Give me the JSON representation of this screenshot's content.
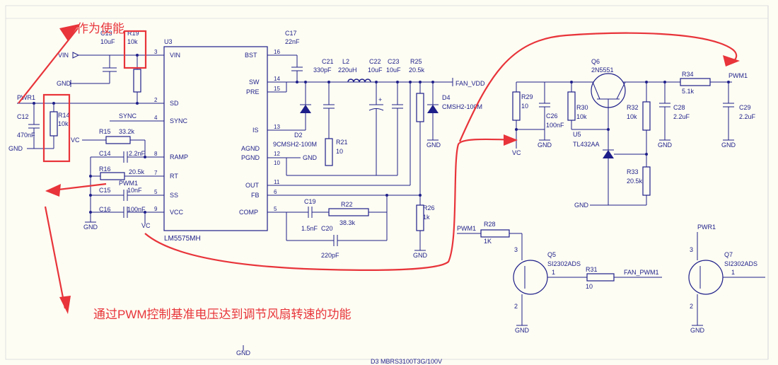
{
  "annotations": {
    "enable": "作为使能",
    "pwm_note": "通过PWM控制基准电压达到调节风扇转速的功能"
  },
  "ic": {
    "ref": "U3",
    "part": "LM5575MH",
    "left_pins": [
      {
        "name": "VIN",
        "num": "3"
      },
      {
        "name": "SD",
        "num": "2"
      },
      {
        "name": "SYNC",
        "num": "4"
      },
      {
        "name": "RAMP",
        "num": "8"
      },
      {
        "name": "RT",
        "num": "7"
      },
      {
        "name": "SS",
        "num": "5"
      },
      {
        "name": "VCC",
        "num": "9"
      }
    ],
    "right_pins": [
      {
        "name": "BST",
        "num": "16"
      },
      {
        "name": "SW",
        "num": "14"
      },
      {
        "name": "PRE",
        "num": "15"
      },
      {
        "name": "IS",
        "num": "13"
      },
      {
        "name": "AGND",
        "num": ""
      },
      {
        "name": "PGND",
        "num": "12"
      },
      {
        "name": "OUT",
        "num": "11"
      },
      {
        "name": "FB",
        "num": "6"
      },
      {
        "name": "COMP",
        "num": "5"
      }
    ],
    "pin10": "10"
  },
  "nets": {
    "vin": "VIN",
    "gnd": "GND",
    "pwr1": "PWR1",
    "vc": "VC",
    "sync": "SYNC",
    "pwm1": "PWM1",
    "fan_vdd": "FAN_VDD",
    "fan_pwm1": "FAN_PWM1"
  },
  "components": {
    "c13": {
      "ref": "C13",
      "val": "10uF"
    },
    "r19": {
      "ref": "R19",
      "val": "10k"
    },
    "c12": {
      "ref": "C12",
      "val": "470nF"
    },
    "r14": {
      "ref": "R14",
      "val": "10k"
    },
    "r15": {
      "ref": "R15",
      "val": "33.2k"
    },
    "c14": {
      "ref": "C14",
      "val": "2.2nF"
    },
    "r16": {
      "ref": "R16",
      "val": "20.5k"
    },
    "c15": {
      "ref": "C15",
      "val": "10nF"
    },
    "c16": {
      "ref": "C16",
      "val": "100nF"
    },
    "c17": {
      "ref": "C17",
      "val": "22nF"
    },
    "c21": {
      "ref": "C21",
      "val": "330pF"
    },
    "l2": {
      "ref": "L2",
      "val": "220uH"
    },
    "c22": {
      "ref": "C22",
      "val": "10uF"
    },
    "c23": {
      "ref": "C23",
      "val": "10uF"
    },
    "r25": {
      "ref": "R25",
      "val": "20.5k"
    },
    "d4": {
      "ref": "D4",
      "val": "CMSH2-100M"
    },
    "d2": {
      "ref": "D2",
      "val": "9CMSH2-100M"
    },
    "r21": {
      "ref": "R21",
      "val": "10"
    },
    "c19": {
      "ref": "C19",
      "val": "1.5nF"
    },
    "c20": {
      "ref": "C20",
      "val": "220pF"
    },
    "r22": {
      "ref": "R22",
      "val": "38.3k"
    },
    "r26": {
      "ref": "R26",
      "val": "1k"
    },
    "r29": {
      "ref": "R29",
      "val": "10"
    },
    "c26": {
      "ref": "C26",
      "val": "100nF"
    },
    "r30": {
      "ref": "R30",
      "val": "10k"
    },
    "q6": {
      "ref": "Q6",
      "val": "2N5551"
    },
    "u5": {
      "ref": "U5",
      "val": "TL432AA"
    },
    "r32": {
      "ref": "R32",
      "val": "10k"
    },
    "c28": {
      "ref": "C28",
      "val": "2.2uF"
    },
    "r34": {
      "ref": "R34",
      "val": "5.1k"
    },
    "c29": {
      "ref": "C29",
      "val": "2.2uF"
    },
    "r33": {
      "ref": "R33",
      "val": "20.5k"
    },
    "r28": {
      "ref": "R28",
      "val": "1K"
    },
    "q5": {
      "ref": "Q5",
      "val": "SI2302ADS"
    },
    "r31": {
      "ref": "R31",
      "val": "10"
    },
    "q7": {
      "ref": "Q7",
      "val": "SI2302ADS"
    }
  },
  "pins": {
    "p1": "1",
    "p2": "2",
    "p3": "3",
    "plus": "+"
  },
  "bottom_partial": "D3 MBRS3100T3G/100V"
}
